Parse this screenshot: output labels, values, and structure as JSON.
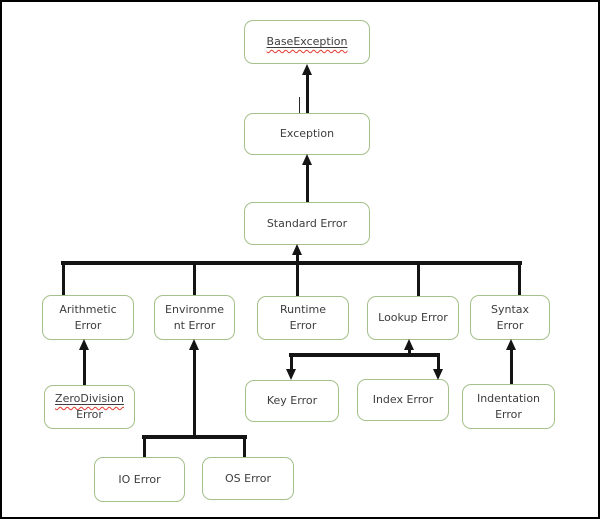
{
  "diagram": {
    "type": "hierarchy-flowchart",
    "subject": "exception class hierarchy",
    "nodes": {
      "base_exception": {
        "label": "BaseException",
        "spellcheck_squiggle": true
      },
      "exception": {
        "label": "Exception"
      },
      "standard_error": {
        "label": "Standard Error"
      },
      "arithmetic_error": {
        "line1": "Arithmetic",
        "line2": "Error"
      },
      "environment_error": {
        "line1": "Environme",
        "line2": "nt Error"
      },
      "runtime_error": {
        "line1": "Runtime",
        "line2": "Error"
      },
      "lookup_error": {
        "label": "Lookup Error"
      },
      "syntax_error": {
        "line1": "Syntax",
        "line2": "Error"
      },
      "zero_division_error": {
        "line1": "ZeroDivision",
        "line2": "Error",
        "spellcheck_squiggle": true
      },
      "key_error": {
        "label": "Key Error"
      },
      "index_error": {
        "label": "Index Error"
      },
      "indentation_error": {
        "line1": "Indentation",
        "line2": "Error"
      },
      "io_error": {
        "label": "IO Error"
      },
      "os_error": {
        "label": "OS Error"
      }
    },
    "edges": [
      {
        "from": "Exception",
        "to": "BaseException",
        "arrowhead": "up"
      },
      {
        "from": "Standard Error",
        "to": "Exception",
        "arrowhead": "up"
      },
      {
        "from": "Arithmetic Error",
        "to": "Standard Error",
        "arrowhead": "none"
      },
      {
        "from": "Environment Error",
        "to": "Standard Error",
        "arrowhead": "none"
      },
      {
        "from": "Runtime Error",
        "to": "Standard Error",
        "arrowhead": "up"
      },
      {
        "from": "Lookup Error",
        "to": "Standard Error",
        "arrowhead": "none"
      },
      {
        "from": "Syntax Error",
        "to": "Standard Error",
        "arrowhead": "none"
      },
      {
        "from": "ZeroDivision Error",
        "to": "Arithmetic Error",
        "arrowhead": "up"
      },
      {
        "from": "IO Error",
        "to": "Environment Error",
        "arrowhead": "up"
      },
      {
        "from": "OS Error",
        "to": "Environment Error",
        "arrowhead": "up"
      },
      {
        "from": "Lookup Error",
        "to": "Key Error",
        "arrowhead": "down"
      },
      {
        "from": "Lookup Error",
        "to": "Index Error",
        "arrowhead": "down"
      },
      {
        "from": "Indentation Error",
        "to": "Syntax Error",
        "arrowhead": "up"
      }
    ],
    "colors": {
      "box_border": "#a5c08b",
      "box_fill": "#ffffff",
      "text": "#3d3d3d",
      "connector": "#141414",
      "spellcheck_squiggle": "#e23a2e",
      "canvas_border": "#000000",
      "background": "#ffffff"
    }
  }
}
